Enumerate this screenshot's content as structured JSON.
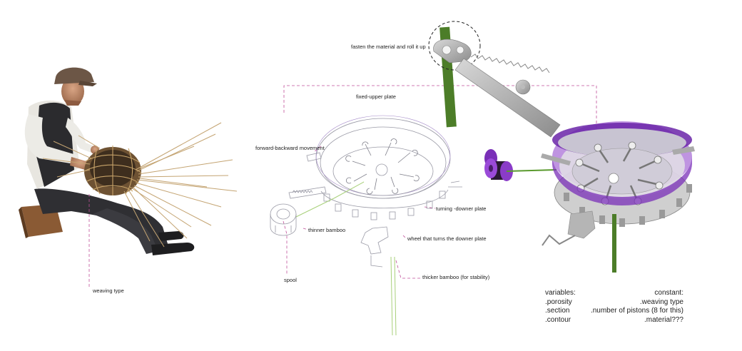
{
  "labels": {
    "weaving_type": "weaving type",
    "fasten": "fasten the material and roll it up",
    "fixed_upper": "fixed-upper plate",
    "forward_backward": "forward-backward movement",
    "turning_downer": "turning -downer plate",
    "thinner_bamboo": "thinner bamboo",
    "wheel": "wheel that turns the downer plate",
    "spool": "spool",
    "thicker_bamboo": "thicker bamboo (for stability)"
  },
  "variables": {
    "heading": "variables:",
    "items": [
      ".porosity",
      ".section",
      ".contour"
    ]
  },
  "constants": {
    "heading": "constant:",
    "items": [
      ".weaving type",
      ".number of pistons (8 for this)",
      ".material???"
    ]
  },
  "colors": {
    "leader": "#c0509a",
    "bamboo_green": "#5a8a2e",
    "ring_purple": "#8a3cc8",
    "sketch_line": "#9a9aa6"
  }
}
